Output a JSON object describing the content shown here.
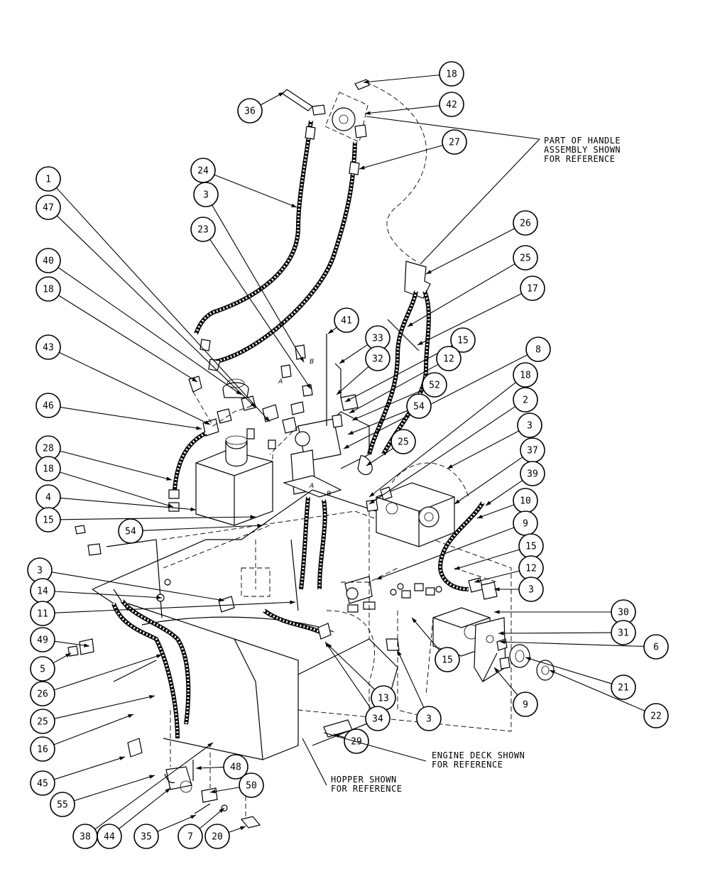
{
  "callouts": [
    {
      "label": "18"
    },
    {
      "label": "42"
    },
    {
      "label": "36"
    },
    {
      "label": "27"
    },
    {
      "label": "24"
    },
    {
      "label": "1"
    },
    {
      "label": "3"
    },
    {
      "label": "47"
    },
    {
      "label": "23"
    },
    {
      "label": "26"
    },
    {
      "label": "40"
    },
    {
      "label": "25"
    },
    {
      "label": "18"
    },
    {
      "label": "17"
    },
    {
      "label": "41"
    },
    {
      "label": "33"
    },
    {
      "label": "15"
    },
    {
      "label": "43"
    },
    {
      "label": "32"
    },
    {
      "label": "12"
    },
    {
      "label": "8"
    },
    {
      "label": "52"
    },
    {
      "label": "18"
    },
    {
      "label": "46"
    },
    {
      "label": "54"
    },
    {
      "label": "2"
    },
    {
      "label": "28"
    },
    {
      "label": "3"
    },
    {
      "label": "25"
    },
    {
      "label": "18"
    },
    {
      "label": "37"
    },
    {
      "label": "4"
    },
    {
      "label": "39"
    },
    {
      "label": "15"
    },
    {
      "label": "10"
    },
    {
      "label": "54"
    },
    {
      "label": "9"
    },
    {
      "label": "15"
    },
    {
      "label": "3"
    },
    {
      "label": "12"
    },
    {
      "label": "14"
    },
    {
      "label": "3"
    },
    {
      "label": "11"
    },
    {
      "label": "30"
    },
    {
      "label": "31"
    },
    {
      "label": "49"
    },
    {
      "label": "6"
    },
    {
      "label": "15"
    },
    {
      "label": "5"
    },
    {
      "label": "21"
    },
    {
      "label": "26"
    },
    {
      "label": "9"
    },
    {
      "label": "13"
    },
    {
      "label": "22"
    },
    {
      "label": "25"
    },
    {
      "label": "34"
    },
    {
      "label": "3"
    },
    {
      "label": "16"
    },
    {
      "label": "29"
    },
    {
      "label": "45"
    },
    {
      "label": "48"
    },
    {
      "label": "50"
    },
    {
      "label": "55"
    },
    {
      "label": "38"
    },
    {
      "label": "44"
    },
    {
      "label": "35"
    },
    {
      "label": "7"
    },
    {
      "label": "20"
    }
  ],
  "notes": {
    "handle": [
      "PART OF HANDLE",
      "ASSEMBLY SHOWN",
      "FOR REFERENCE"
    ],
    "engine_deck": [
      "ENGINE DECK SHOWN",
      "FOR REFERENCE"
    ],
    "hopper": [
      "HOPPER SHOWN",
      "FOR REFERENCE"
    ]
  },
  "port_marks": [
    "A",
    "B",
    "A",
    "B"
  ]
}
